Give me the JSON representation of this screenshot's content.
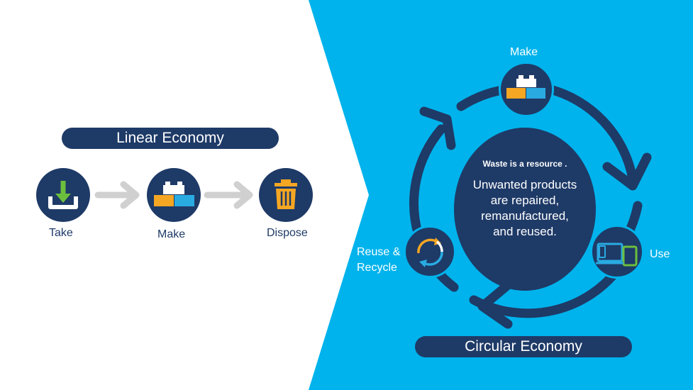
{
  "linear": {
    "title": "Linear Economy",
    "steps": [
      {
        "label": "Take",
        "icon": "download-tray-icon"
      },
      {
        "label": "Make",
        "icon": "lego-bricks-icon"
      },
      {
        "label": "Dispose",
        "icon": "trash-can-icon"
      }
    ]
  },
  "circular": {
    "title": "Circular Economy",
    "center_heading": "Waste is a resource .",
    "center_body_lines": [
      "Unwanted products",
      "are repaired,",
      "remanufactured,",
      "and reused."
    ],
    "nodes": [
      {
        "label": "Make",
        "icon": "lego-bricks-icon"
      },
      {
        "label": "Use",
        "icon": "devices-icon"
      },
      {
        "label_lines": [
          "Reuse &",
          "Recycle"
        ],
        "icon": "recycle-arrows-icon"
      }
    ]
  },
  "colors": {
    "navy": "#1e3a67",
    "sky": "#00b3ec",
    "gray_arrow": "#d0d0d0",
    "green": "#6bbf3d",
    "orange": "#f5a623",
    "blue": "#29abe2"
  }
}
